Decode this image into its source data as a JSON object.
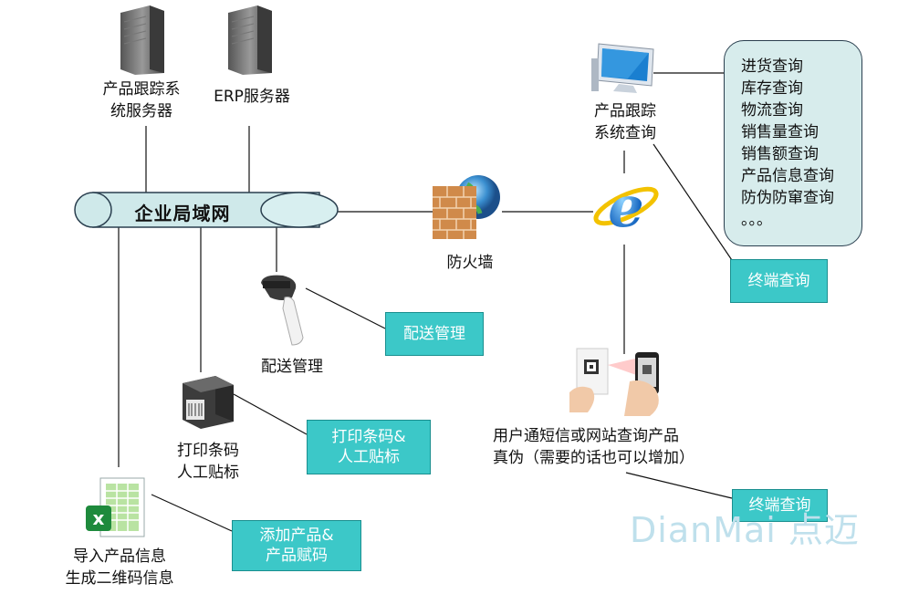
{
  "servers": {
    "tracking_server_label": "产品跟踪系\n统服务器",
    "erp_server_label": "ERP服务器"
  },
  "lan": {
    "label": "企业局域网"
  },
  "firewall": {
    "label": "防火墙"
  },
  "terminal": {
    "label": "产品跟踪\n系统查询"
  },
  "query_list": {
    "items": [
      "进货查询",
      "库存查询",
      "物流查询",
      "销售量查询",
      "销售额查询",
      "产品信息查询",
      "防伪防窜查询",
      "。。。"
    ]
  },
  "terminal_query_box_1": "终端查询",
  "distribution": {
    "label": "配送管理",
    "box_label": "配送管理"
  },
  "printer": {
    "label": "打印条码\n人工贴标",
    "box_label": "打印条码&\n人工贴标"
  },
  "import": {
    "label": "导入产品信息\n生成二维码信息",
    "box_label": "添加产品&\n产品赋码"
  },
  "user_query": {
    "label": "用户通短信或网站查询产品\n真伪（需要的话也可以增加）",
    "box_label": "终端查询"
  },
  "watermark": "DianMai 点迈",
  "colors": {
    "teal_box": "#3cc8c8",
    "lan_fill": "#cfe9ea",
    "callout_fill": "#d7ecec"
  }
}
